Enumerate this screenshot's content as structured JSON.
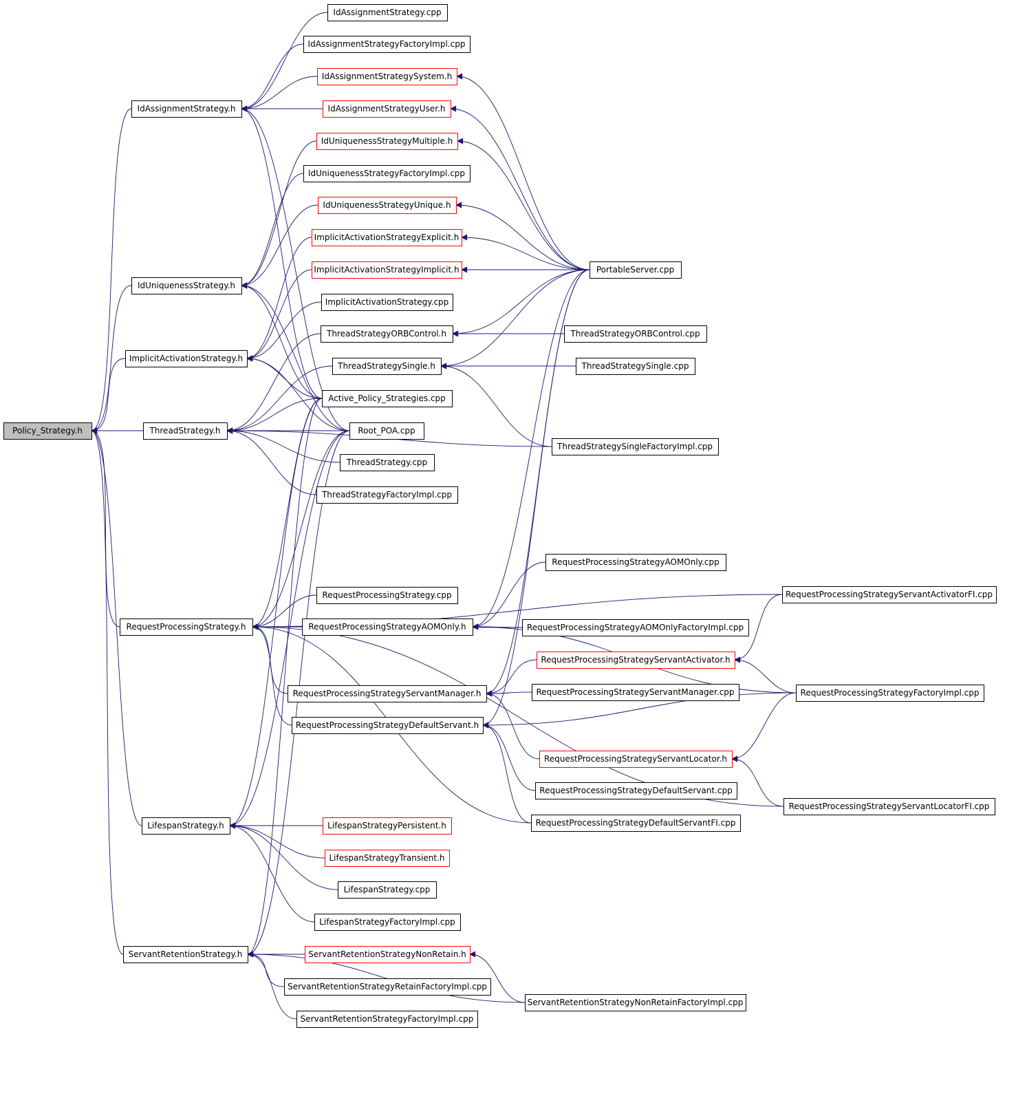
{
  "colors": {
    "edge": "#191970",
    "arrowhead": "#191970",
    "red_border": "#ff0000",
    "root_fill": "#bfbfbf",
    "border": "#000000"
  },
  "nodes": [
    {
      "id": "policy_strategy_h",
      "label": "Policy_Strategy.h",
      "root": true
    },
    {
      "id": "id_assignment_strategy_h",
      "label": "IdAssignmentStrategy.h"
    },
    {
      "id": "id_uniqueness_strategy_h",
      "label": "IdUniquenessStrategy.h"
    },
    {
      "id": "implicit_activation_strategy_h",
      "label": "ImplicitActivationStrategy.h"
    },
    {
      "id": "thread_strategy_h",
      "label": "ThreadStrategy.h"
    },
    {
      "id": "request_processing_strategy_h",
      "label": "RequestProcessingStrategy.h"
    },
    {
      "id": "lifespan_strategy_h",
      "label": "LifespanStrategy.h"
    },
    {
      "id": "servant_retention_strategy_h",
      "label": "ServantRetentionStrategy.h"
    },
    {
      "id": "id_assignment_strategy_cpp",
      "label": "IdAssignmentStrategy.cpp"
    },
    {
      "id": "id_assignment_strategy_factory_impl_cpp",
      "label": "IdAssignmentStrategyFactoryImpl.cpp"
    },
    {
      "id": "id_assignment_strategy_system_h",
      "label": "IdAssignmentStrategySystem.h",
      "red": true
    },
    {
      "id": "id_assignment_strategy_user_h",
      "label": "IdAssignmentStrategyUser.h",
      "red": true
    },
    {
      "id": "id_uniqueness_strategy_multiple_h",
      "label": "IdUniquenessStrategyMultiple.h",
      "red": true
    },
    {
      "id": "id_uniqueness_strategy_factory_impl_cpp",
      "label": "IdUniquenessStrategyFactoryImpl.cpp"
    },
    {
      "id": "id_uniqueness_strategy_unique_h",
      "label": "IdUniquenessStrategyUnique.h",
      "red": true
    },
    {
      "id": "implicit_activation_strategy_explicit_h",
      "label": "ImplicitActivationStrategyExplicit.h",
      "red": true
    },
    {
      "id": "implicit_activation_strategy_implicit_h",
      "label": "ImplicitActivationStrategyImplicit.h",
      "red": true
    },
    {
      "id": "implicit_activation_strategy_cpp",
      "label": "ImplicitActivationStrategy.cpp"
    },
    {
      "id": "thread_strategy_orb_control_h",
      "label": "ThreadStrategyORBControl.h"
    },
    {
      "id": "thread_strategy_single_h",
      "label": "ThreadStrategySingle.h"
    },
    {
      "id": "active_policy_strategies_cpp",
      "label": "Active_Policy_Strategies.cpp"
    },
    {
      "id": "root_poa_cpp",
      "label": "Root_POA.cpp"
    },
    {
      "id": "thread_strategy_cpp",
      "label": "ThreadStrategy.cpp"
    },
    {
      "id": "thread_strategy_factory_impl_cpp",
      "label": "ThreadStrategyFactoryImpl.cpp"
    },
    {
      "id": "request_processing_strategy_cpp",
      "label": "RequestProcessingStrategy.cpp"
    },
    {
      "id": "rps_aom_only_h",
      "label": "RequestProcessingStrategyAOMOnly.h"
    },
    {
      "id": "rps_servant_manager_h",
      "label": "RequestProcessingStrategyServantManager.h"
    },
    {
      "id": "rps_default_servant_h",
      "label": "RequestProcessingStrategyDefaultServant.h"
    },
    {
      "id": "lifespan_strategy_persistent_h",
      "label": "LifespanStrategyPersistent.h",
      "red": true
    },
    {
      "id": "lifespan_strategy_transient_h",
      "label": "LifespanStrategyTransient.h",
      "red": true
    },
    {
      "id": "lifespan_strategy_cpp",
      "label": "LifespanStrategy.cpp"
    },
    {
      "id": "lifespan_strategy_factory_impl_cpp",
      "label": "LifespanStrategyFactoryImpl.cpp"
    },
    {
      "id": "srs_non_retain_h",
      "label": "ServantRetentionStrategyNonRetain.h",
      "red": true
    },
    {
      "id": "srs_retain_factory_impl_cpp",
      "label": "ServantRetentionStrategyRetainFactoryImpl.cpp"
    },
    {
      "id": "srs_factory_impl_cpp",
      "label": "ServantRetentionStrategyFactoryImpl.cpp"
    },
    {
      "id": "portable_server_cpp",
      "label": "PortableServer.cpp"
    },
    {
      "id": "thread_strategy_orb_control_cpp",
      "label": "ThreadStrategyORBControl.cpp"
    },
    {
      "id": "thread_strategy_single_cpp",
      "label": "ThreadStrategySingle.cpp"
    },
    {
      "id": "thread_strategy_single_factory_impl_cpp",
      "label": "ThreadStrategySingleFactoryImpl.cpp"
    },
    {
      "id": "rps_aom_only_cpp",
      "label": "RequestProcessingStrategyAOMOnly.cpp"
    },
    {
      "id": "rps_aom_only_factory_impl_cpp",
      "label": "RequestProcessingStrategyAOMOnlyFactoryImpl.cpp"
    },
    {
      "id": "rps_servant_activator_h",
      "label": "RequestProcessingStrategyServantActivator.h",
      "red": true
    },
    {
      "id": "rps_servant_manager_cpp",
      "label": "RequestProcessingStrategyServantManager.cpp"
    },
    {
      "id": "rps_servant_locator_h",
      "label": "RequestProcessingStrategyServantLocator.h",
      "red": true
    },
    {
      "id": "rps_default_servant_cpp",
      "label": "RequestProcessingStrategyDefaultServant.cpp"
    },
    {
      "id": "rps_default_servant_fi_cpp",
      "label": "RequestProcessingStrategyDefaultServantFI.cpp"
    },
    {
      "id": "srs_non_retain_factory_impl_cpp",
      "label": "ServantRetentionStrategyNonRetainFactoryImpl.cpp"
    },
    {
      "id": "rps_servant_activator_fi_cpp",
      "label": "RequestProcessingStrategyServantActivatorFI.cpp"
    },
    {
      "id": "rps_factory_impl_cpp",
      "label": "RequestProcessingStrategyFactoryImpl.cpp"
    },
    {
      "id": "rps_servant_locator_fi_cpp",
      "label": "RequestProcessingStrategyServantLocatorFI.cpp"
    }
  ],
  "edges": [
    [
      "policy_strategy_h",
      "id_assignment_strategy_h"
    ],
    [
      "policy_strategy_h",
      "id_uniqueness_strategy_h"
    ],
    [
      "policy_strategy_h",
      "implicit_activation_strategy_h"
    ],
    [
      "policy_strategy_h",
      "thread_strategy_h"
    ],
    [
      "policy_strategy_h",
      "request_processing_strategy_h"
    ],
    [
      "policy_strategy_h",
      "lifespan_strategy_h"
    ],
    [
      "policy_strategy_h",
      "servant_retention_strategy_h"
    ],
    [
      "id_assignment_strategy_h",
      "id_assignment_strategy_cpp"
    ],
    [
      "id_assignment_strategy_h",
      "id_assignment_strategy_factory_impl_cpp"
    ],
    [
      "id_assignment_strategy_h",
      "id_assignment_strategy_system_h"
    ],
    [
      "id_assignment_strategy_h",
      "id_assignment_strategy_user_h"
    ],
    [
      "id_assignment_strategy_h",
      "active_policy_strategies_cpp"
    ],
    [
      "id_assignment_strategy_h",
      "root_poa_cpp"
    ],
    [
      "id_uniqueness_strategy_h",
      "id_uniqueness_strategy_multiple_h"
    ],
    [
      "id_uniqueness_strategy_h",
      "id_uniqueness_strategy_factory_impl_cpp"
    ],
    [
      "id_uniqueness_strategy_h",
      "id_uniqueness_strategy_unique_h"
    ],
    [
      "id_uniqueness_strategy_h",
      "active_policy_strategies_cpp"
    ],
    [
      "id_uniqueness_strategy_h",
      "root_poa_cpp"
    ],
    [
      "implicit_activation_strategy_h",
      "implicit_activation_strategy_explicit_h"
    ],
    [
      "implicit_activation_strategy_h",
      "implicit_activation_strategy_implicit_h"
    ],
    [
      "implicit_activation_strategy_h",
      "implicit_activation_strategy_cpp"
    ],
    [
      "implicit_activation_strategy_h",
      "active_policy_strategies_cpp"
    ],
    [
      "implicit_activation_strategy_h",
      "root_poa_cpp"
    ],
    [
      "thread_strategy_h",
      "thread_strategy_orb_control_h"
    ],
    [
      "thread_strategy_h",
      "thread_strategy_single_h"
    ],
    [
      "thread_strategy_h",
      "active_policy_strategies_cpp"
    ],
    [
      "thread_strategy_h",
      "root_poa_cpp"
    ],
    [
      "thread_strategy_h",
      "thread_strategy_cpp"
    ],
    [
      "thread_strategy_h",
      "thread_strategy_factory_impl_cpp"
    ],
    [
      "thread_strategy_h",
      "thread_strategy_single_factory_impl_cpp"
    ],
    [
      "request_processing_strategy_h",
      "request_processing_strategy_cpp"
    ],
    [
      "request_processing_strategy_h",
      "rps_aom_only_h"
    ],
    [
      "request_processing_strategy_h",
      "rps_servant_manager_h"
    ],
    [
      "request_processing_strategy_h",
      "rps_default_servant_h"
    ],
    [
      "request_processing_strategy_h",
      "active_policy_strategies_cpp"
    ],
    [
      "request_processing_strategy_h",
      "root_poa_cpp"
    ],
    [
      "request_processing_strategy_h",
      "rps_servant_activator_fi_cpp"
    ],
    [
      "request_processing_strategy_h",
      "rps_aom_only_factory_impl_cpp"
    ],
    [
      "request_processing_strategy_h",
      "rps_default_servant_fi_cpp"
    ],
    [
      "request_processing_strategy_h",
      "rps_servant_locator_fi_cpp"
    ],
    [
      "lifespan_strategy_h",
      "lifespan_strategy_persistent_h"
    ],
    [
      "lifespan_strategy_h",
      "lifespan_strategy_transient_h"
    ],
    [
      "lifespan_strategy_h",
      "lifespan_strategy_cpp"
    ],
    [
      "lifespan_strategy_h",
      "lifespan_strategy_factory_impl_cpp"
    ],
    [
      "lifespan_strategy_h",
      "active_policy_strategies_cpp"
    ],
    [
      "lifespan_strategy_h",
      "root_poa_cpp"
    ],
    [
      "servant_retention_strategy_h",
      "srs_non_retain_h"
    ],
    [
      "servant_retention_strategy_h",
      "srs_retain_factory_impl_cpp"
    ],
    [
      "servant_retention_strategy_h",
      "srs_factory_impl_cpp"
    ],
    [
      "servant_retention_strategy_h",
      "srs_non_retain_factory_impl_cpp"
    ],
    [
      "servant_retention_strategy_h",
      "active_policy_strategies_cpp"
    ],
    [
      "servant_retention_strategy_h",
      "root_poa_cpp"
    ],
    [
      "id_assignment_strategy_system_h",
      "portable_server_cpp"
    ],
    [
      "id_assignment_strategy_user_h",
      "portable_server_cpp"
    ],
    [
      "id_uniqueness_strategy_multiple_h",
      "portable_server_cpp"
    ],
    [
      "id_uniqueness_strategy_unique_h",
      "portable_server_cpp"
    ],
    [
      "implicit_activation_strategy_explicit_h",
      "portable_server_cpp"
    ],
    [
      "implicit_activation_strategy_implicit_h",
      "portable_server_cpp"
    ],
    [
      "thread_strategy_orb_control_h",
      "portable_server_cpp"
    ],
    [
      "thread_strategy_orb_control_h",
      "thread_strategy_orb_control_cpp"
    ],
    [
      "thread_strategy_single_h",
      "portable_server_cpp"
    ],
    [
      "thread_strategy_single_h",
      "thread_strategy_single_cpp"
    ],
    [
      "thread_strategy_single_h",
      "thread_strategy_single_factory_impl_cpp"
    ],
    [
      "rps_aom_only_h",
      "portable_server_cpp"
    ],
    [
      "rps_aom_only_h",
      "rps_aom_only_cpp"
    ],
    [
      "rps_aom_only_h",
      "rps_aom_only_factory_impl_cpp"
    ],
    [
      "rps_aom_only_h",
      "rps_factory_impl_cpp"
    ],
    [
      "rps_servant_manager_h",
      "portable_server_cpp"
    ],
    [
      "rps_servant_manager_h",
      "rps_servant_activator_h"
    ],
    [
      "rps_servant_manager_h",
      "rps_servant_manager_cpp"
    ],
    [
      "rps_servant_manager_h",
      "rps_servant_locator_h"
    ],
    [
      "rps_default_servant_h",
      "portable_server_cpp"
    ],
    [
      "rps_default_servant_h",
      "rps_default_servant_cpp"
    ],
    [
      "rps_default_servant_h",
      "rps_default_servant_fi_cpp"
    ],
    [
      "rps_default_servant_h",
      "rps_factory_impl_cpp"
    ],
    [
      "rps_servant_activator_h",
      "rps_servant_activator_fi_cpp"
    ],
    [
      "rps_servant_activator_h",
      "rps_factory_impl_cpp"
    ],
    [
      "rps_servant_locator_h",
      "rps_factory_impl_cpp"
    ],
    [
      "rps_servant_locator_h",
      "rps_servant_locator_fi_cpp"
    ],
    [
      "srs_non_retain_h",
      "srs_non_retain_factory_impl_cpp"
    ]
  ]
}
